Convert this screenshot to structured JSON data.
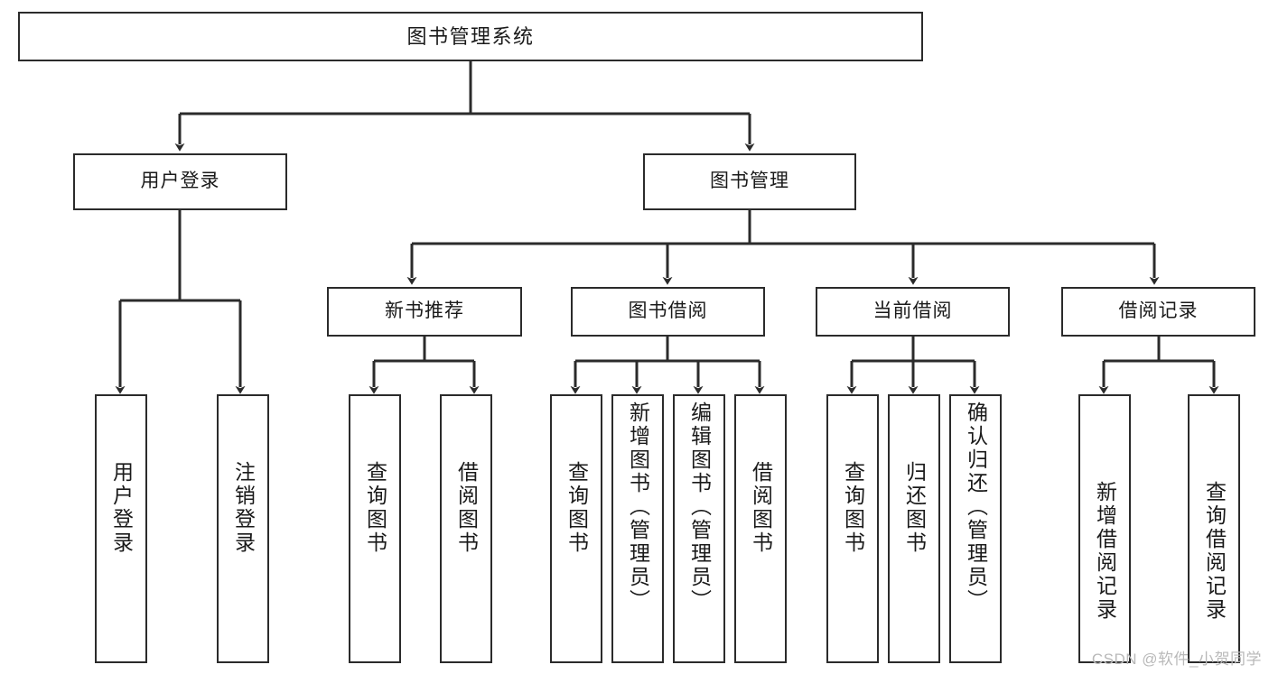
{
  "diagram": {
    "title": "图书管理系统",
    "watermark": "CSDN @软件_小贺同学",
    "stroke_color": "#2b2b2b",
    "background_color": "#ffffff",
    "text_color": "#1a1a1a",
    "type": "tree-hierarchy-diagram",
    "levels": {
      "root": "图书管理系统",
      "level2": [
        "用户登录",
        "图书管理"
      ],
      "level3": [
        "新书推荐",
        "图书借阅",
        "当前借阅",
        "借阅记录"
      ]
    },
    "nodes": {
      "root": {
        "label": "图书管理系统"
      },
      "user_login": {
        "label": "用户登录"
      },
      "book_mgmt": {
        "label": "图书管理"
      },
      "new_book_rec": {
        "label": "新书推荐"
      },
      "book_borrow": {
        "label": "图书借阅"
      },
      "current_borrow": {
        "label": "当前借阅"
      },
      "borrow_record": {
        "label": "借阅记录"
      },
      "leaf_user_login": {
        "label": "用户登录"
      },
      "leaf_logout": {
        "label": "注销登录"
      },
      "leaf_query_book_1": {
        "label": "查询图书"
      },
      "leaf_borrow_book_1": {
        "label": "借阅图书"
      },
      "leaf_query_book_2": {
        "label": "查询图书"
      },
      "leaf_add_book": {
        "label": "新增图书（管理员）"
      },
      "leaf_edit_book": {
        "label": "编辑图书（管理员）"
      },
      "leaf_borrow_book_2": {
        "label": "借阅图书"
      },
      "leaf_query_book_3": {
        "label": "查询图书"
      },
      "leaf_return_book": {
        "label": "归还图书"
      },
      "leaf_confirm_return": {
        "label": "确认归还（管理员）"
      },
      "leaf_add_record": {
        "label": "新增借阅记录"
      },
      "leaf_query_record": {
        "label": "查询借阅记录"
      }
    },
    "edges": [
      {
        "from": "root",
        "to": "user_login"
      },
      {
        "from": "root",
        "to": "book_mgmt"
      },
      {
        "from": "user_login",
        "to": "leaf_user_login"
      },
      {
        "from": "user_login",
        "to": "leaf_logout"
      },
      {
        "from": "book_mgmt",
        "to": "new_book_rec"
      },
      {
        "from": "book_mgmt",
        "to": "book_borrow"
      },
      {
        "from": "book_mgmt",
        "to": "current_borrow"
      },
      {
        "from": "book_mgmt",
        "to": "borrow_record"
      },
      {
        "from": "new_book_rec",
        "to": "leaf_query_book_1"
      },
      {
        "from": "new_book_rec",
        "to": "leaf_borrow_book_1"
      },
      {
        "from": "book_borrow",
        "to": "leaf_query_book_2"
      },
      {
        "from": "book_borrow",
        "to": "leaf_add_book"
      },
      {
        "from": "book_borrow",
        "to": "leaf_edit_book"
      },
      {
        "from": "book_borrow",
        "to": "leaf_borrow_book_2"
      },
      {
        "from": "current_borrow",
        "to": "leaf_query_book_3"
      },
      {
        "from": "current_borrow",
        "to": "leaf_return_book"
      },
      {
        "from": "current_borrow",
        "to": "leaf_confirm_return"
      },
      {
        "from": "borrow_record",
        "to": "leaf_add_record"
      },
      {
        "from": "borrow_record",
        "to": "leaf_query_record"
      }
    ]
  }
}
